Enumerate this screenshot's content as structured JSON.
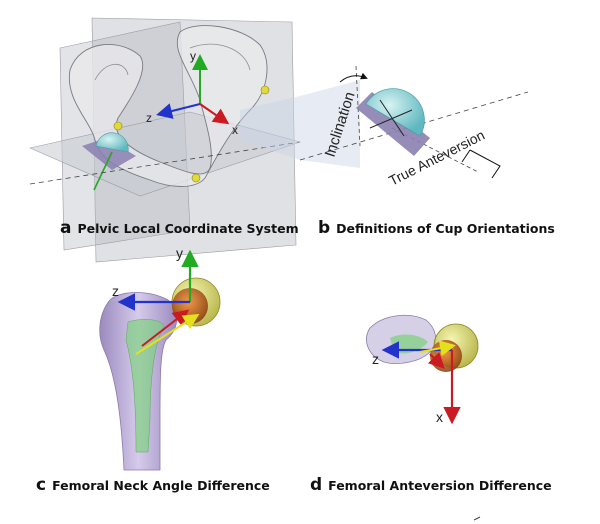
{
  "panels": {
    "a": {
      "letter": "a",
      "caption": "Pelvic Local Coordinate System",
      "axes": {
        "y": "y",
        "z": "z",
        "x": "x"
      }
    },
    "b": {
      "letter": "b",
      "caption": "Definitions of Cup Orientations",
      "labels": {
        "inclination": "Inclination",
        "anteversion": "True Anteversion"
      }
    },
    "c": {
      "letter": "c",
      "caption": "Femoral Neck Angle Difference",
      "axes": {
        "y": "y",
        "z": "z"
      }
    },
    "d": {
      "letter": "d",
      "caption": "Femoral Anteversion Difference",
      "axes": {
        "z": "z",
        "x": "x"
      }
    }
  },
  "colors": {
    "x_axis": "#e8203a",
    "y_axis": "#22aa22",
    "z_axis": "#2233cc",
    "cup": "#7fd3d3",
    "plane": "#8a7fb0",
    "ball_yellow": "#d8d640",
    "ball_orange": "#d06018",
    "shaft": "#b8a6d8",
    "neck_green": "#7ad27a"
  }
}
